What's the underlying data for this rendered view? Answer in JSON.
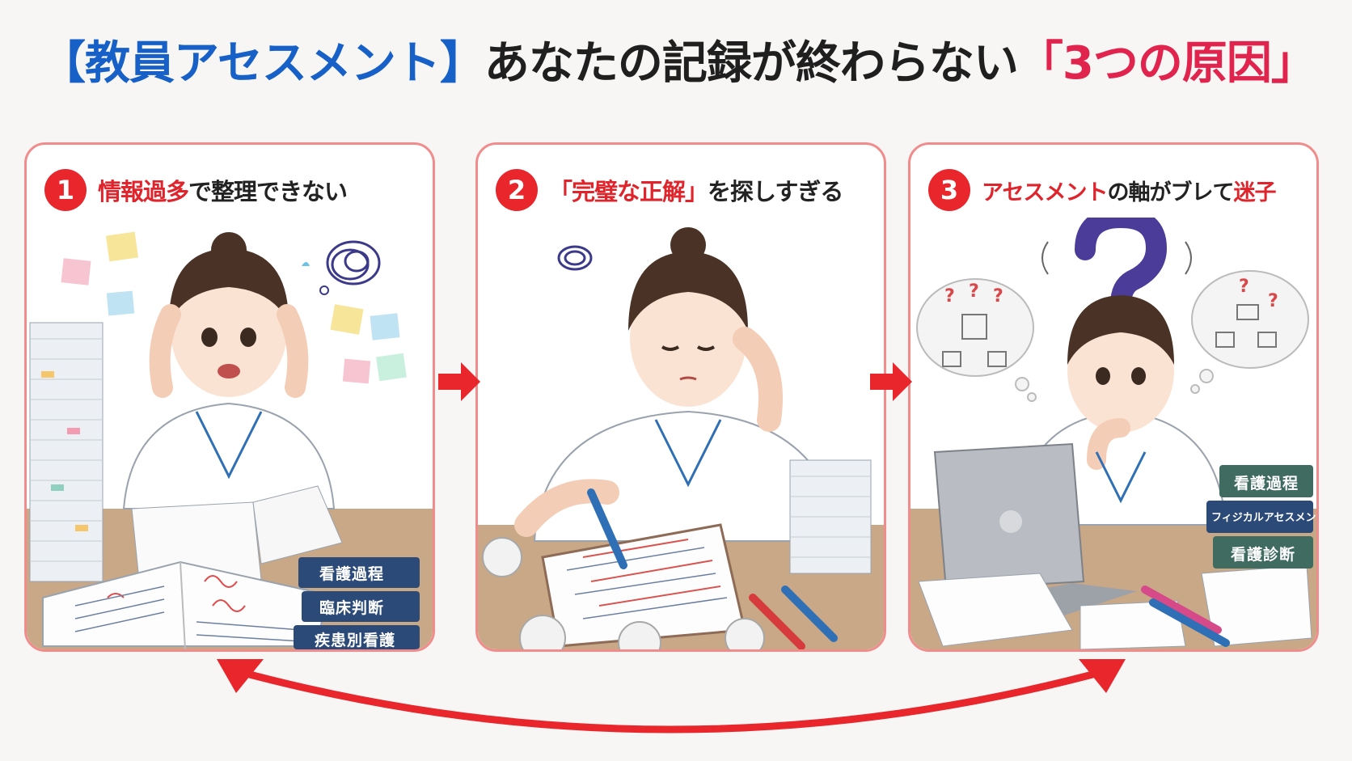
{
  "title": {
    "part1": "【教員アセスメント】",
    "part2": "あなたの記録が終わらない",
    "part3": "「3つの原因」"
  },
  "colors": {
    "blue": "#1660c8",
    "red": "#e0244e",
    "badge_red": "#e8262c",
    "panel_border": "#f08c8c",
    "book_navy": "#2b4a78",
    "book_green": "#3f6b60"
  },
  "panels": [
    {
      "number": "1",
      "highlight": "情報過多",
      "rest": "で整理できない",
      "books": [
        "看護過程",
        "臨床判断",
        "疾患別看護"
      ]
    },
    {
      "number": "2",
      "highlight": "「完璧な正解」",
      "rest": "を探しすぎる"
    },
    {
      "number": "3",
      "highlight": "アセスメント",
      "middle": "の軸がブレて",
      "highlight2": "迷子",
      "books": [
        "看護過程",
        "フィジカルアセスメント",
        "看護診断"
      ]
    }
  ]
}
